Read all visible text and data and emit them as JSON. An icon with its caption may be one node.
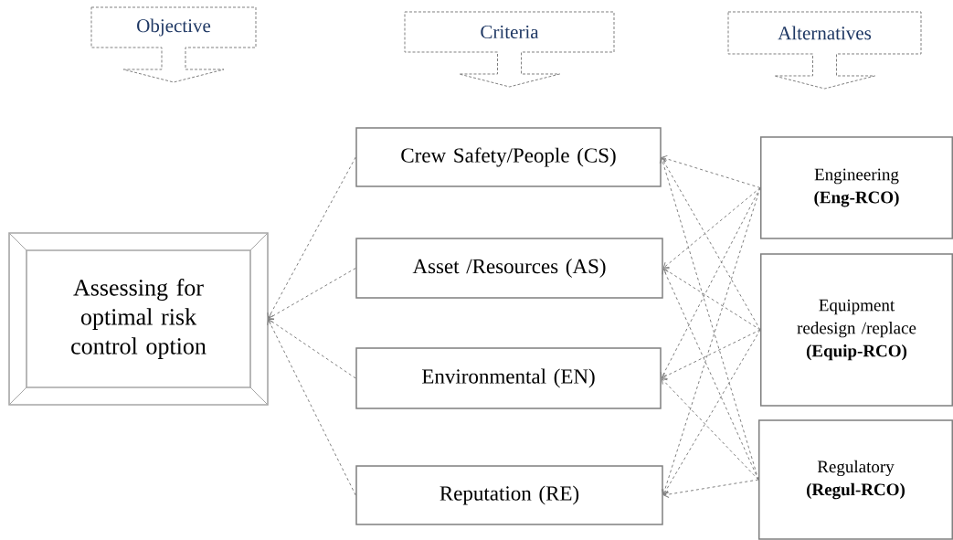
{
  "diagram": {
    "nodes": [
      {
        "text": [
          "Objective"
        ]
      },
      {
        "text": [
          "Criteria"
        ]
      },
      {
        "text": [
          "Alternatives"
        ]
      },
      {
        "text": [
          "Assessing for optimal risk control option"
        ]
      },
      {
        "text": [
          "Crew Safety/People (CS)"
        ]
      },
      {
        "text": [
          "Asset /Resources (AS)"
        ]
      },
      {
        "text": [
          "Environmental (EN)"
        ]
      },
      {
        "text": [
          "Reputation (RE)"
        ]
      },
      {
        "text": [
          "Engineering",
          "(Eng-RCO)"
        ]
      },
      {
        "text": [
          "Equipment redesign /replace",
          "(Equip-RCO)"
        ]
      },
      {
        "text": [
          "Regulatory",
          "(Regul-RCO)"
        ]
      }
    ],
    "edges": [
      {
        "from": 4,
        "to": 3,
        "arrow": "to"
      },
      {
        "from": 5,
        "to": 3,
        "arrow": "to"
      },
      {
        "from": 6,
        "to": 3,
        "arrow": "to"
      },
      {
        "from": 7,
        "to": 3,
        "arrow": "to"
      },
      {
        "from": 8,
        "to": 4,
        "arrow": "to"
      },
      {
        "from": 8,
        "to": 5,
        "arrow": "to"
      },
      {
        "from": 8,
        "to": 6,
        "arrow": "to"
      },
      {
        "from": 8,
        "to": 7,
        "arrow": "to"
      },
      {
        "from": 9,
        "to": 4,
        "arrow": "to"
      },
      {
        "from": 9,
        "to": 5,
        "arrow": "to"
      },
      {
        "from": 9,
        "to": 6,
        "arrow": "to"
      },
      {
        "from": 9,
        "to": 7,
        "arrow": "to"
      },
      {
        "from": 10,
        "to": 4,
        "arrow": "to"
      },
      {
        "from": 10,
        "to": 5,
        "arrow": "to"
      },
      {
        "from": 10,
        "to": 6,
        "arrow": "to"
      },
      {
        "from": 10,
        "to": 7,
        "arrow": "to"
      }
    ]
  }
}
